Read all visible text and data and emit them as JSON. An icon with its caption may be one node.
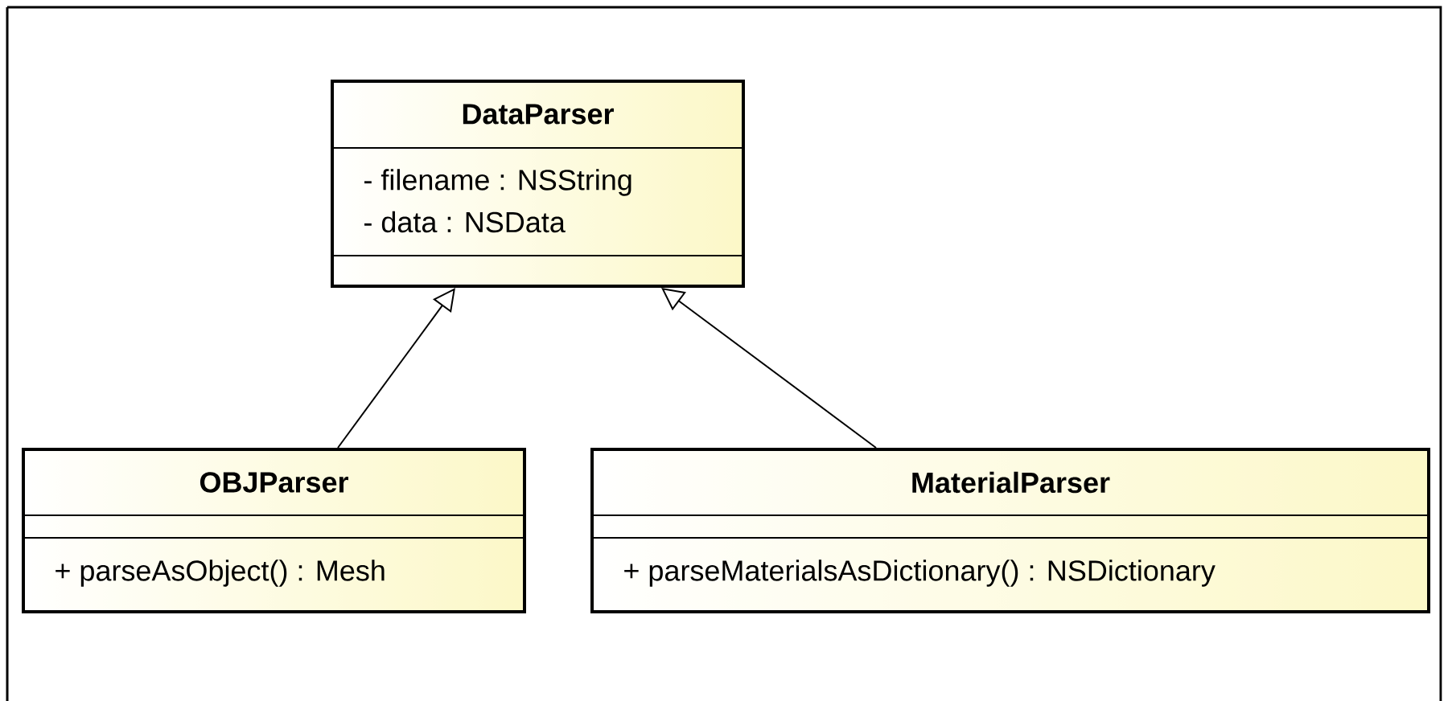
{
  "diagram": {
    "nodes": [
      {
        "text": [
          "DataParser",
          "- filename : NSString",
          "- data : NSData"
        ]
      },
      {
        "text": [
          "OBJParser",
          "+ parseAsObject() : Mesh"
        ]
      },
      {
        "text": [
          "MaterialParser",
          "+ parseMaterialsAsDictionary() : NSDictionary"
        ]
      }
    ],
    "edges": [
      {
        "from": 1,
        "to": 0,
        "arrow": "to"
      },
      {
        "from": 2,
        "to": 0,
        "arrow": "to"
      }
    ]
  }
}
